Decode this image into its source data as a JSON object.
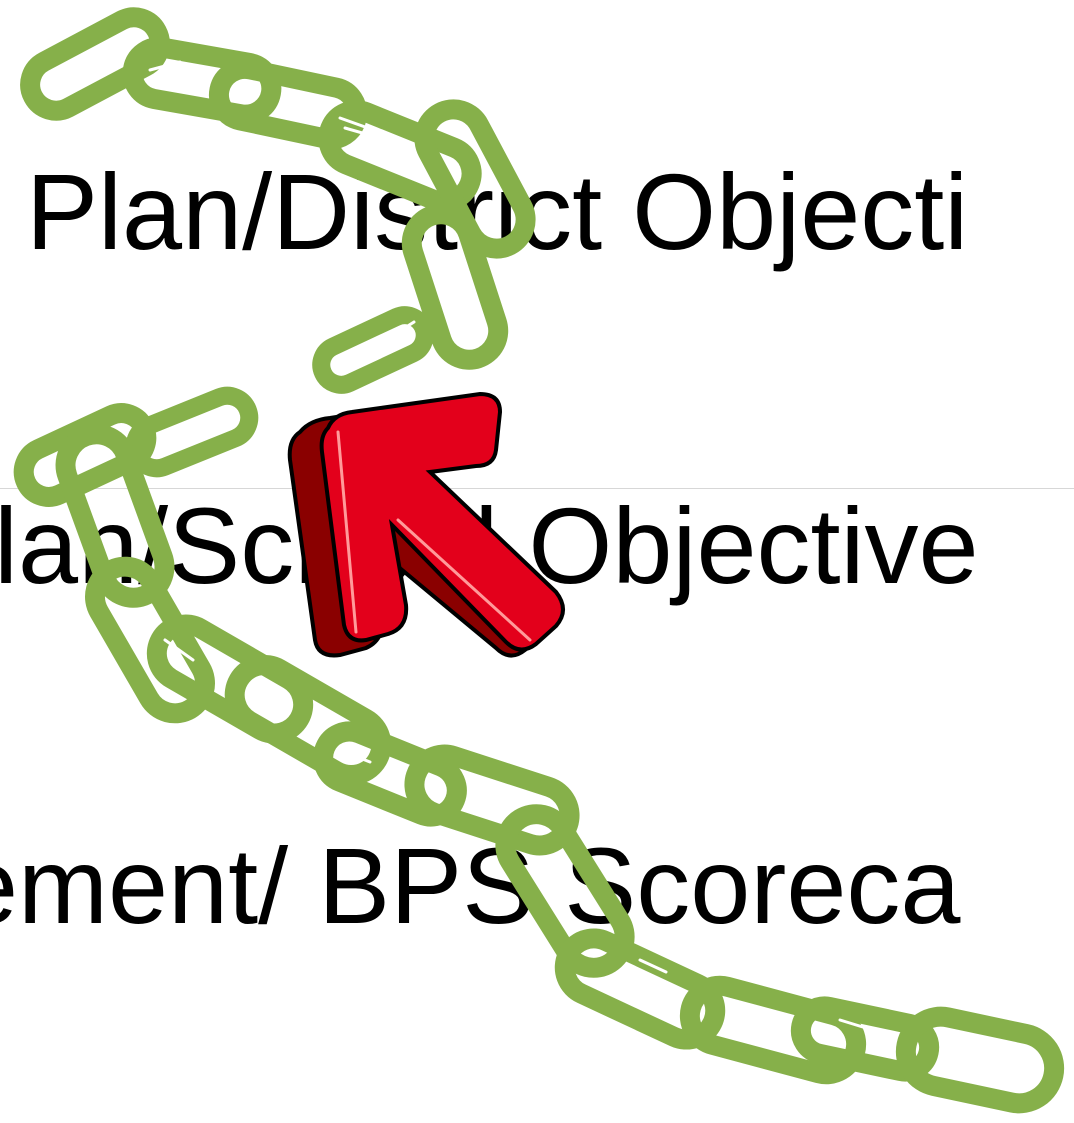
{
  "slide": {
    "lines": [
      "c Plan/District Objecti",
      "Plan/School Objective",
      "rement/ BPS Scoreca"
    ]
  },
  "art": {
    "chain_color": "#86b04a",
    "arrow_color": "#e3001b",
    "arrow_shadow_color": "#8a0000"
  }
}
